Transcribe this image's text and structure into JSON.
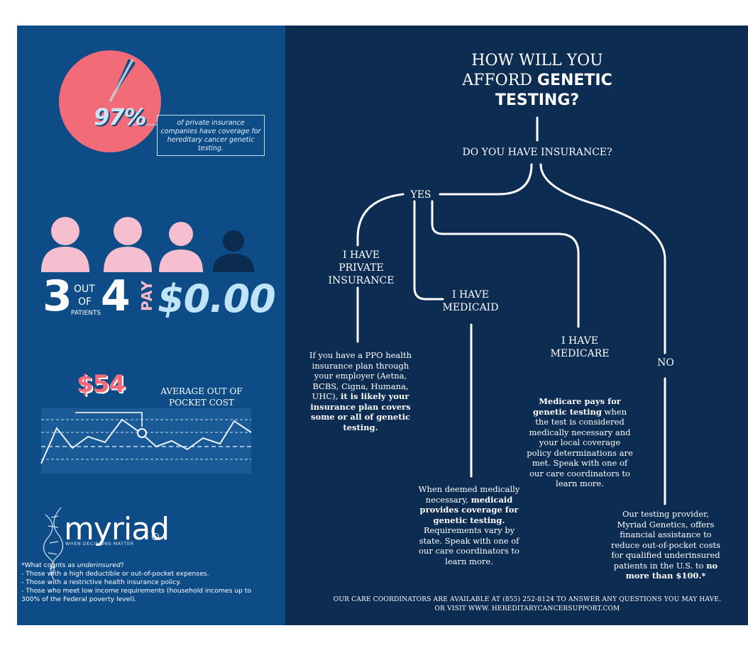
{
  "left_panel": {
    "stat_percent": "97%",
    "stat_caption": "of private insurance companies have coverage for hereditary cancer genetic testing.",
    "patients": {
      "count": "3",
      "out": "OUT",
      "of": "OF",
      "patients_label": "PATIENTS",
      "total": "4",
      "pay": "PAY",
      "amount": "$0.00"
    },
    "avg_cost": {
      "amount": "$54",
      "label_line1": "AVERAGE OUT OF",
      "label_line2": "POCKET COST"
    },
    "logo": {
      "brand": "myriad",
      "tagline": "WHEN DECISIONS MATTER"
    },
    "footnote": {
      "heading_prefix": "*What counts as ",
      "heading_em": "underinsured",
      "heading_suffix": "?",
      "items": [
        "- Those with a high deductible or out-of-pocket expenses.",
        "- Those with a restrictive health insurance policy.",
        "- Those who meet low income requirements (household incomes up to 300% of the Federal poverty level)."
      ]
    },
    "colors": {
      "bg": "#0e4c87",
      "pie": "#f26b78",
      "avatar": "#f5bfd0",
      "avatar_dark": "#0a2a4e"
    }
  },
  "right_panel": {
    "title_line1": "HOW WILL YOU",
    "title_line2a": "AFFORD ",
    "title_line2b": "GENETIC",
    "title_line3": "TESTING?",
    "question": "DO YOU HAVE INSURANCE?",
    "yes": "YES",
    "no": "NO",
    "private": {
      "l1": "I HAVE",
      "l2": "PRIVATE",
      "l3": "INSURANCE"
    },
    "medicaid": {
      "l1": "I HAVE",
      "l2": "MEDICAID"
    },
    "medicare": {
      "l1": "I HAVE",
      "l2": "MEDICARE"
    },
    "private_text": {
      "a": "If you have a PPO health insurance plan through your employer (Aetna, BCBS, Cigna, Humana, UHC), ",
      "b": "it is likely your insurance plan covers some or all of genetic testing."
    },
    "medicaid_text": {
      "a": "When deemed medically necessary, ",
      "b": "medicaid provides coverage for genetic testing.",
      "c": " Requirements vary by state. Speak with one of our care coordinators to learn more."
    },
    "medicare_text": {
      "a": "Medicare pays for genetic testing",
      "b": " when the test is considered medically necessary and your local coverage policy determinations are met. Speak with one of our care coordinators to learn more."
    },
    "no_text": {
      "a": "Our testing provider, Myriad Genetics, offers financial assistance to reduce out-of-pocket costs for qualified underinsured patients in the U.S. to ",
      "b": "no more than $100.*"
    },
    "cta_line1": "OUR CARE COORDINATORS ARE AVAILABLE AT (855) 252-8124 TO ANSWER ANY QUESTIONS YOU MAY HAVE.",
    "cta_line2": "OR VISIT WWW. HEREDITARYCANCERSUPPORT.COM",
    "colors": {
      "bg": "#0d2c52",
      "line": "#ffffff"
    }
  }
}
